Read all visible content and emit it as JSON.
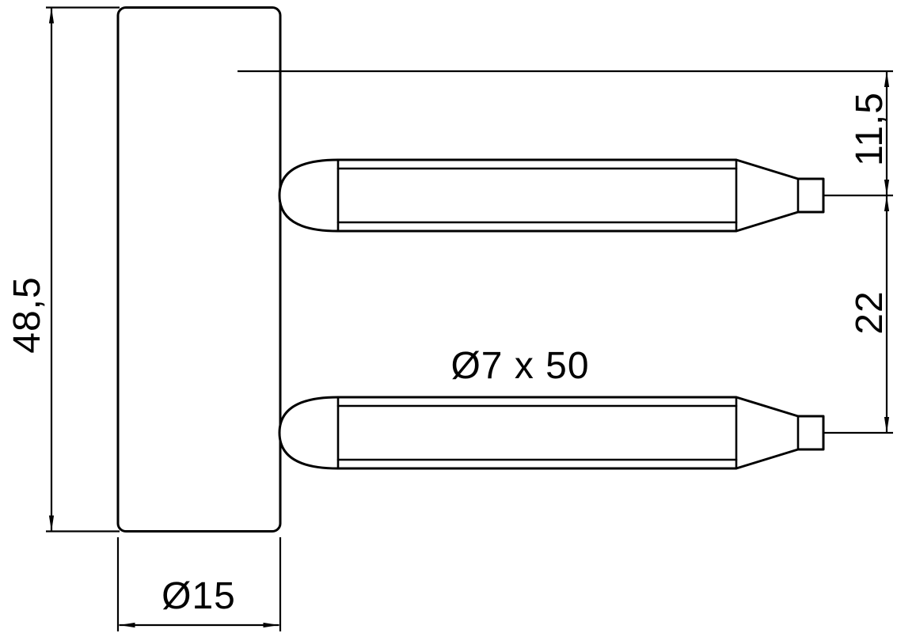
{
  "drawing": {
    "kind": "technical-drawing",
    "subject": "hinge-frame-part-with-two-pins",
    "background_color": "#ffffff",
    "line_color": "#000000",
    "dimensions": {
      "overall_height": "48,5",
      "barrel_diameter": "Ø15",
      "pin_spec": "Ø7 x 50",
      "pin_top_offset": "11,5",
      "pin_spacing": "22"
    }
  }
}
